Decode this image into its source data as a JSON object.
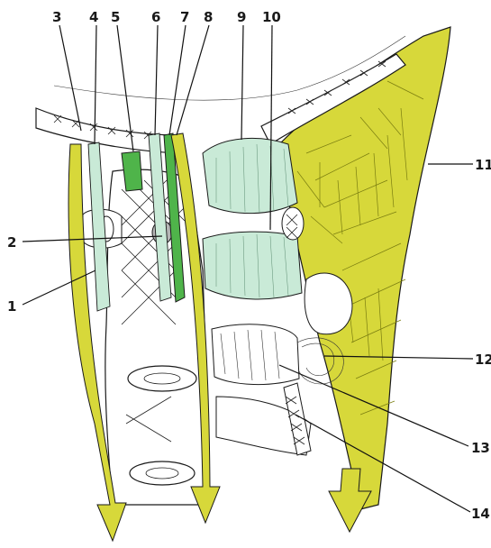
{
  "colors": {
    "fascia": "#d7d83a",
    "fascia_dark": "#9ea21a",
    "muscle": "#c9ead7",
    "ligament_dark": "#4fb44a",
    "bone": "#ffffff",
    "outline": "#1a1a1a"
  },
  "labels": [
    {
      "id": "1",
      "text": "1"
    },
    {
      "id": "2",
      "text": "2"
    },
    {
      "id": "3",
      "text": "3"
    },
    {
      "id": "4",
      "text": "4"
    },
    {
      "id": "5",
      "text": "5"
    },
    {
      "id": "6",
      "text": "6"
    },
    {
      "id": "7",
      "text": "7"
    },
    {
      "id": "8",
      "text": "8"
    },
    {
      "id": "9",
      "text": "9"
    },
    {
      "id": "10",
      "text": "10"
    },
    {
      "id": "11",
      "text": "11"
    },
    {
      "id": "12",
      "text": "12"
    },
    {
      "id": "13",
      "text": "13"
    },
    {
      "id": "14",
      "text": "14"
    }
  ]
}
